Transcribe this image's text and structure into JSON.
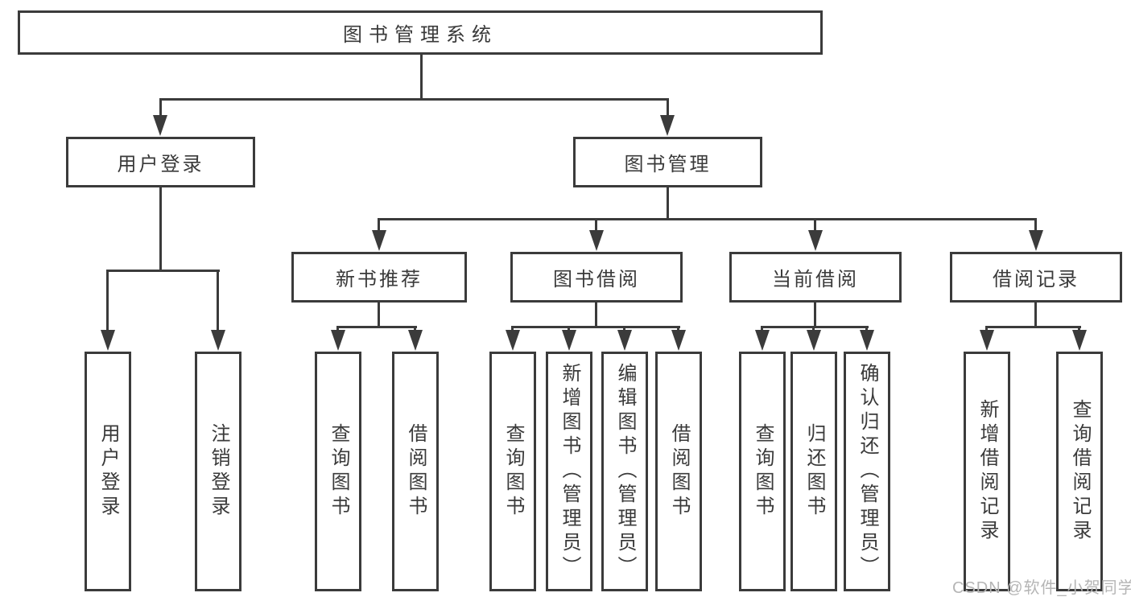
{
  "diagram": {
    "root": {
      "label": "图书管理系统"
    },
    "level2": {
      "user_login": {
        "label": "用户登录"
      },
      "book_mgmt": {
        "label": "图书管理"
      }
    },
    "level3": {
      "new_book_rec": {
        "label": "新书推荐"
      },
      "book_borrow": {
        "label": "图书借阅"
      },
      "current_borrow": {
        "label": "当前借阅"
      },
      "borrow_records": {
        "label": "借阅记录"
      }
    },
    "leaves": {
      "user_login_leaf": {
        "label": "用户登录"
      },
      "logout": {
        "label": "注销登录"
      },
      "rec_query_book": {
        "label": "查询图书"
      },
      "rec_borrow_book": {
        "label": "借阅图书"
      },
      "bb_query_book": {
        "label": "查询图书"
      },
      "bb_add_book": {
        "label": "新增图书（管理员）"
      },
      "bb_edit_book": {
        "label": "编辑图书（管理员）"
      },
      "bb_borrow_book": {
        "label": "借阅图书"
      },
      "cb_query_book": {
        "label": "查询图书"
      },
      "cb_return_book": {
        "label": "归还图书"
      },
      "cb_confirm_return": {
        "label": "确认归还（管理员）"
      },
      "br_add_record": {
        "label": "新增借阅记录"
      },
      "br_query_record": {
        "label": "查询借阅记录"
      }
    },
    "watermark": "CSDN @软件_小贺同学",
    "colors": {
      "line": "#3b3b3b",
      "text": "#3a3a3a",
      "watermark": "#b5b5b5",
      "box_fill": "#ffffff",
      "background": "#ffffff"
    }
  }
}
